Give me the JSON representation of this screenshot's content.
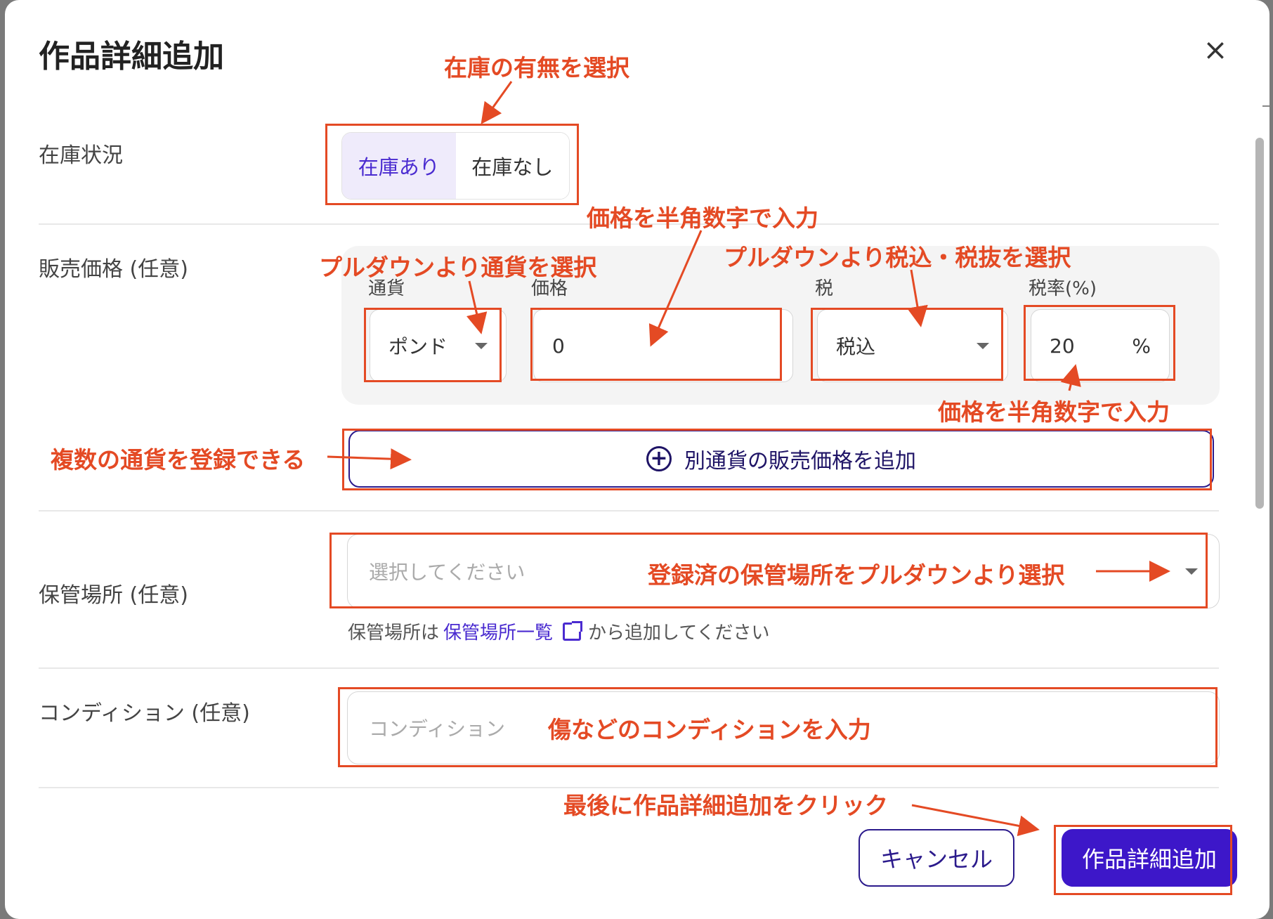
{
  "modal": {
    "title": "作品詳細追加",
    "close_label": "×"
  },
  "stock": {
    "label": "在庫状況",
    "options": [
      "在庫あり",
      "在庫なし"
    ],
    "selected": "在庫あり"
  },
  "price": {
    "label": "販売価格 (任意)",
    "currency_label": "通貨",
    "currency_value": "ポンド",
    "price_label": "価格",
    "price_value": "0",
    "tax_label": "税",
    "tax_value": "税込",
    "tax_rate_label": "税率(%)",
    "tax_rate_value": "20",
    "tax_rate_unit": "%",
    "add_currency_button": "別通貨の販売価格を追加"
  },
  "storage": {
    "label": "保管場所 (任意)",
    "placeholder": "選択してください",
    "hint_prefix": "保管場所は",
    "hint_link": "保管場所一覧",
    "hint_suffix": "から追加してください"
  },
  "condition": {
    "label": "コンディション (任意)",
    "placeholder": "コンディション"
  },
  "footer": {
    "cancel": "キャンセル",
    "submit": "作品詳細追加"
  },
  "annotations": {
    "stock_select": "在庫の有無を選択",
    "price_input": "価格を半角数字で入力",
    "currency_pulldown": "プルダウンより通貨を選択",
    "tax_pulldown": "プルダウンより税込・税抜を選択",
    "tax_rate_input": "価格を半角数字で入力",
    "multi_currency": "複数の通貨を登録できる",
    "storage_pulldown": "登録済の保管場所をプルダウンより選択",
    "condition_input": "傷などのコンディションを入力",
    "final_click": "最後に作品詳細追加をクリック"
  },
  "colors": {
    "accent": "#3d17c9",
    "annotation": "#e44a24",
    "toggle_selected_bg": "#efebfb"
  }
}
